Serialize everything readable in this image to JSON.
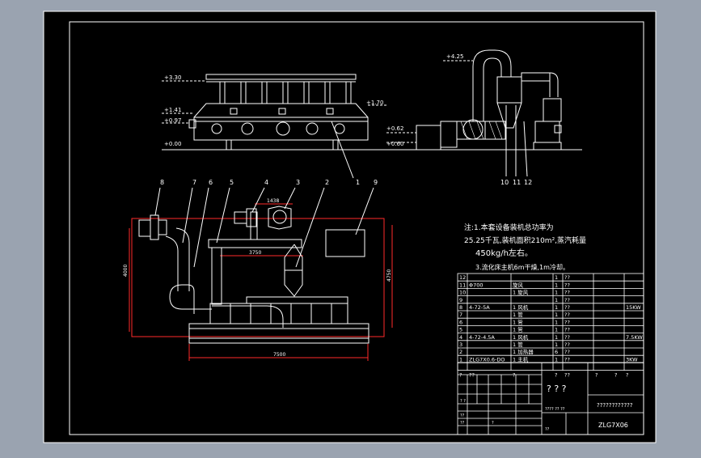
{
  "colors": {
    "background": "#9aa3b0",
    "sheet": "#000000",
    "line": "#ffffff",
    "dim_red": "#ff2a2a",
    "cyan": "#00ffff",
    "magenta": "#ff00ff"
  },
  "elevations": {
    "e330": "+3.30",
    "e141": "+1.41",
    "e097": "+0.97",
    "e000": "+0.00",
    "e170": "+1.70",
    "e062": "+0.62",
    "e060": "+0.60",
    "e425": "+4.25"
  },
  "callouts": [
    "1",
    "2",
    "3",
    "4",
    "5",
    "6",
    "7",
    "8",
    "9",
    "10",
    "11",
    "12"
  ],
  "dimensions": {
    "d1438": "1438",
    "d3750": "3750",
    "d7500": "7500",
    "d4000": "4000",
    "d4750": "4750"
  },
  "notes": {
    "line1": "注:1.本套设备装机总功率为",
    "line2": "25.25千瓦,装机面积210m²,蒸汽耗量",
    "line3": "450kg/h左右。",
    "line4": "3.流化床主机6m干燥,1m冷却。"
  },
  "bom": {
    "rows": [
      {
        "no": "12",
        "model": "",
        "name": "",
        "qty": "1",
        "note": "??",
        "power": ""
      },
      {
        "no": "11",
        "model": "Φ700",
        "name": "旋风",
        "qty": "1",
        "note": "??",
        "power": ""
      },
      {
        "no": "10",
        "model": "",
        "name": "1 旋风",
        "qty": "1",
        "note": "??",
        "power": ""
      },
      {
        "no": "9",
        "model": "",
        "name": "",
        "qty": "1",
        "note": "??",
        "power": ""
      },
      {
        "no": "8",
        "model": "4-72-5A",
        "name": "1 风机",
        "qty": "1",
        "note": "??",
        "power": "15KW"
      },
      {
        "no": "7",
        "model": "",
        "name": "1 管",
        "qty": "1",
        "note": "??",
        "power": ""
      },
      {
        "no": "6",
        "model": "",
        "name": "1 管",
        "qty": "1",
        "note": "??",
        "power": ""
      },
      {
        "no": "5",
        "model": "",
        "name": "1 管",
        "qty": "1",
        "note": "??",
        "power": ""
      },
      {
        "no": "4",
        "model": "4-72-4.5A",
        "name": "1 风机",
        "qty": "1",
        "note": "??",
        "power": "7.5KW"
      },
      {
        "no": "3",
        "model": "",
        "name": "1 管",
        "qty": "1",
        "note": "??",
        "power": ""
      },
      {
        "no": "2",
        "model": "",
        "name": "1 加热器",
        "qty": "6",
        "note": "??",
        "power": ""
      },
      {
        "no": "1",
        "model": "ZLG7X0.6-DO",
        "name": "1 主机",
        "qty": "1",
        "note": "??",
        "power": "3KW"
      }
    ],
    "header": [
      "?",
      "??",
      "?",
      "?",
      "??",
      "?",
      "?",
      "?"
    ]
  },
  "title_block": {
    "center_text": "? ? ?",
    "company": "????????????",
    "drawing_no": "ZLG7X06",
    "small_row1": "???? ?? ??",
    "cells": [
      "? ?",
      "??",
      "??",
      "?",
      "??"
    ]
  }
}
